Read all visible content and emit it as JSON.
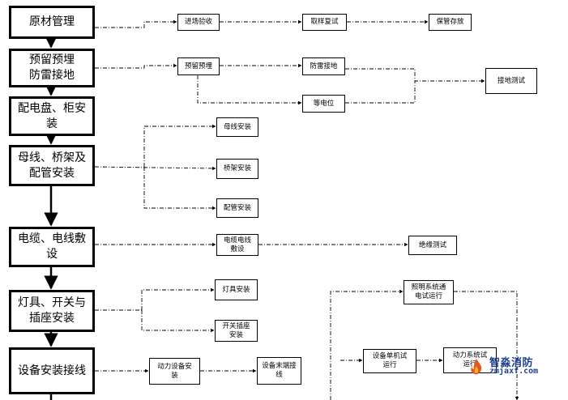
{
  "main_steps": [
    {
      "id": "m1",
      "label": "原材管理"
    },
    {
      "id": "m2",
      "label": "预留预埋\n防雷接地"
    },
    {
      "id": "m3",
      "label": "配电盘、柜安\n装"
    },
    {
      "id": "m4",
      "label": "母线、桥架及\n配管安装"
    },
    {
      "id": "m5",
      "label": "电缆、电线敷\n设"
    },
    {
      "id": "m6",
      "label": "灯具、开关与\n插座安装"
    },
    {
      "id": "m7",
      "label": "设备安装接线"
    }
  ],
  "sub_steps": [
    {
      "id": "s_jc",
      "label": "进场验收"
    },
    {
      "id": "s_qy",
      "label": "取样复试"
    },
    {
      "id": "s_bg",
      "label": "保管存放"
    },
    {
      "id": "s_yl",
      "label": "预留预埋"
    },
    {
      "id": "s_fl",
      "label": "防雷接地"
    },
    {
      "id": "s_dd",
      "label": "等电位"
    },
    {
      "id": "s_jd",
      "label": "接地测试"
    },
    {
      "id": "s_mx",
      "label": "母线安装"
    },
    {
      "id": "s_qj",
      "label": "桥架安装"
    },
    {
      "id": "s_pg",
      "label": "配管安装"
    },
    {
      "id": "s_dl",
      "label": "电缆电线\n敷设"
    },
    {
      "id": "s_jy",
      "label": "绝缘测试"
    },
    {
      "id": "s_dj",
      "label": "灯具安装"
    },
    {
      "id": "s_kg",
      "label": "开关插座\n安装"
    },
    {
      "id": "s_dlsb",
      "label": "动力设备安\n装"
    },
    {
      "id": "s_sbmd",
      "label": "设备末端接\n线"
    },
    {
      "id": "s_zm",
      "label": "照明系统通\n电试运行"
    },
    {
      "id": "s_sbdj",
      "label": "设备单机试\n运行"
    },
    {
      "id": "s_dlxt",
      "label": "动力系统试\n运行"
    }
  ],
  "watermark": {
    "cn": "智淼消防",
    "en": "zmjaxf.com"
  }
}
